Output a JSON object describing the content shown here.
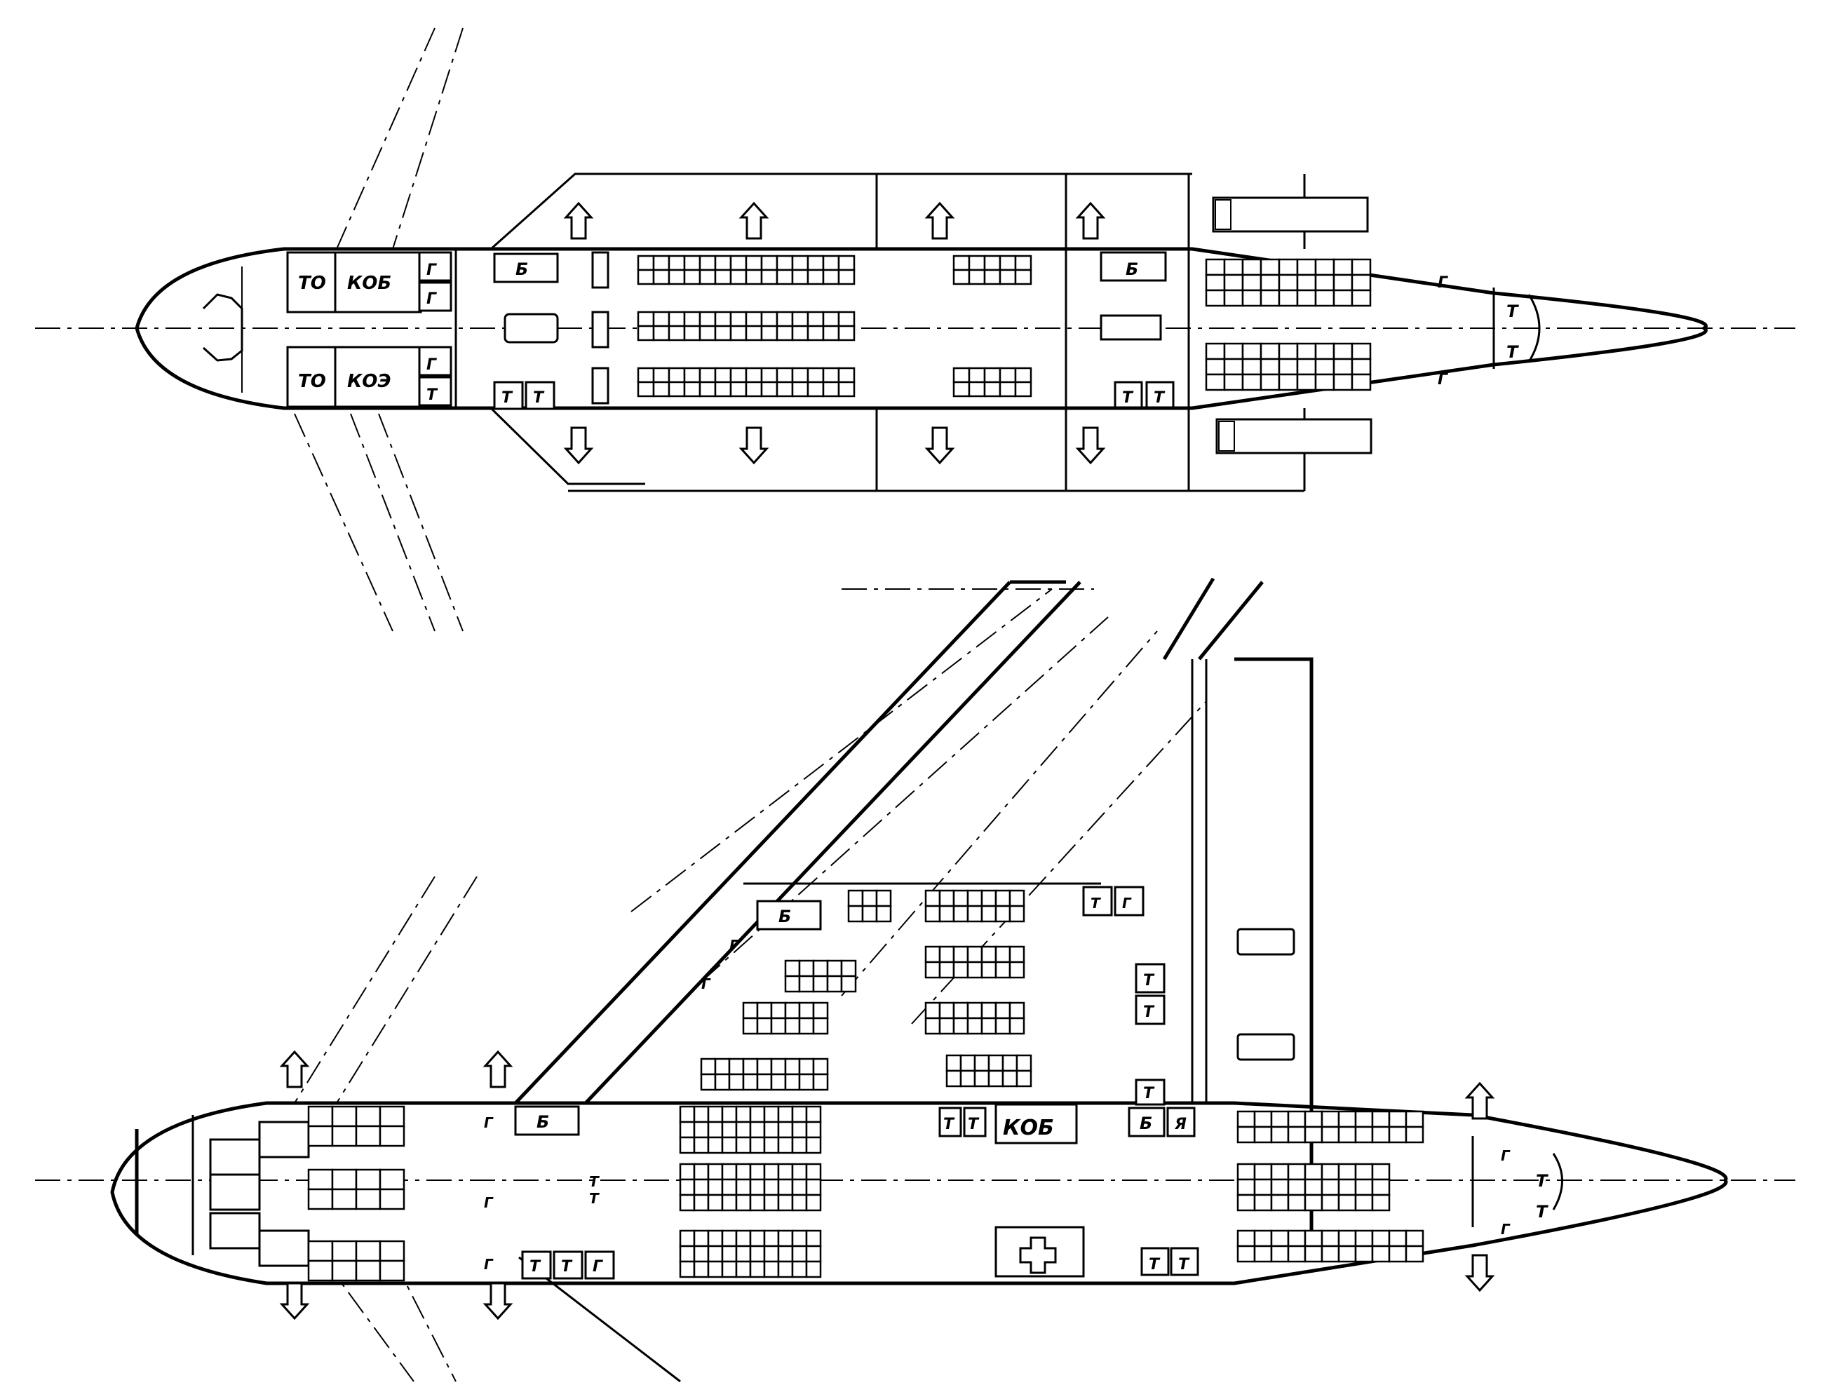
{
  "diagram": {
    "top_plan": {
      "labels": {
        "to_upper": "ТО",
        "kob": "КОБ",
        "g_upper_1": "Г",
        "g_upper_2": "Г",
        "to_lower": "ТО",
        "koe": "КОЭ",
        "g_lower": "Г",
        "t_cockpit": "Т",
        "b_fwd": "Б",
        "t_fwd_1": "Т",
        "t_fwd_2": "Т",
        "b_mid": "Б",
        "t_mid_1": "Т",
        "t_mid_2": "Т",
        "g_aft_upper": "Г",
        "g_aft_lower": "Г",
        "t_tail_1": "Т",
        "t_tail_2": "Т"
      }
    },
    "bottom_plan": {
      "labels": {
        "g_fwd_1": "Г",
        "g_fwd_2": "Г",
        "g_fwd_3": "Г",
        "b_fwd": "Б",
        "t_fwd_1": "Т",
        "t_fwd_2": "Т",
        "g_fwd_4": "Г",
        "b_wing": "Б",
        "g_wing_1": "Г",
        "g_wing_2": "Г",
        "t_mid_1": "Т",
        "t_mid_2": "Т",
        "kob": "КОБ",
        "b_mid": "Б",
        "ya_mid": "Я",
        "t_low_1": "Т",
        "t_low_2": "Т",
        "t_root_1": "Т",
        "g_root": "Г",
        "t_root_2": "Т",
        "t_root_3": "Т",
        "t_root_4": "Т",
        "t_aft_1": "Т",
        "t_aft_2": "Т",
        "g_tail_1": "Г",
        "g_tail_2": "Г",
        "t_tail_1": "Т",
        "t_tail_2": "Т"
      }
    }
  }
}
